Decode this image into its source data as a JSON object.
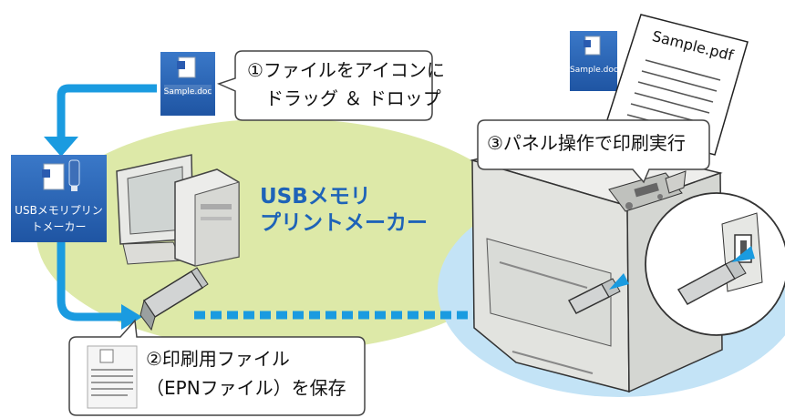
{
  "callouts": {
    "step1_line1": "①ファイルをアイコンに",
    "step1_line2": "ドラッグ ＆ ドロップ",
    "step2_line1": "②印刷用ファイル",
    "step2_line2": "（EPNファイル）を保存",
    "step3": "③パネル操作で印刷実行"
  },
  "app_label": {
    "line1": "USBメモリ",
    "line2": "プリントメーカー"
  },
  "icons": {
    "sample_doc_label": "Sample.doc",
    "sample_doc_label_right": "Sample.doc",
    "sample_pdf_label": "Sample.pdf",
    "usb_app_line1": "USBメモリプリン",
    "usb_app_line2": "トメーカー"
  },
  "colors": {
    "flow_arrow": "#1a9be0",
    "green_ellipse": "#dde9a8",
    "blue_ellipse": "#bfe2f6",
    "icon_tile": "#2a63b4",
    "label_text": "#1e63b8"
  }
}
